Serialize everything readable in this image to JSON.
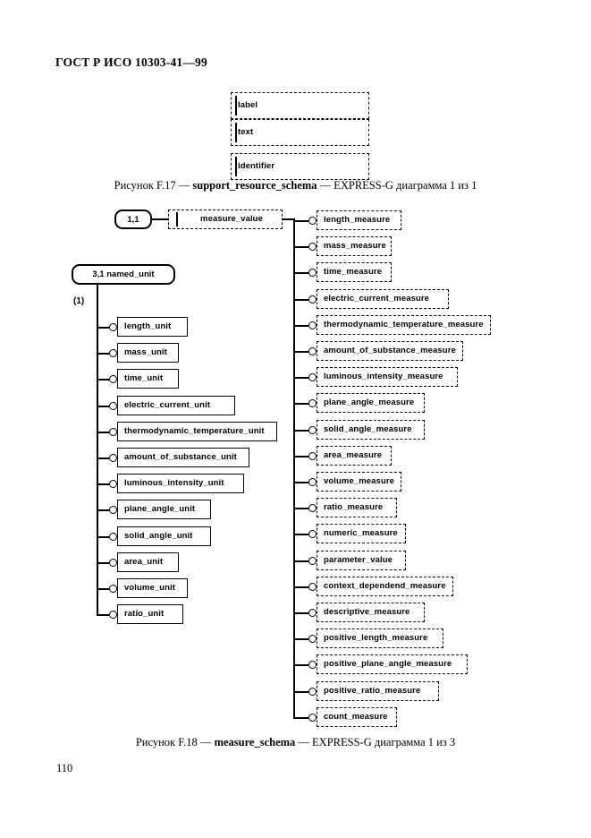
{
  "document": {
    "header": "ГОСТ Р ИСО 10303-41—99",
    "page_number": "110"
  },
  "figures": [
    {
      "id": "F.17",
      "caption_prefix": "Рисунок F.17 — ",
      "caption_schema": "support_resource_schema",
      "caption_suffix": " — EXPRESS-G диаграмма 1 из 1",
      "boxes": [
        {
          "label": "label",
          "style": "dashed"
        },
        {
          "label": "text",
          "style": "dashed"
        },
        {
          "label": "identifier",
          "style": "dashed"
        }
      ]
    },
    {
      "id": "F.18",
      "caption_prefix": "Рисунок F.18 — ",
      "caption_schema": "measure_schema",
      "caption_suffix": " — EXPRESS-G диаграмма 1 из 3",
      "root_node": {
        "label": "1,1"
      },
      "root_entity": {
        "label": "measure_value",
        "style": "dashed"
      },
      "sub_node": {
        "label": "3,1 named_unit"
      },
      "sub_node_annotation": "(1)",
      "left_branch": [
        {
          "label": "length_unit",
          "style": "solid"
        },
        {
          "label": "mass_unit",
          "style": "solid"
        },
        {
          "label": "time_unit",
          "style": "solid"
        },
        {
          "label": "electric_current_unit",
          "style": "solid"
        },
        {
          "label": "thermodynamic_temperature_unit",
          "style": "solid"
        },
        {
          "label": "amount_of_substance_unit",
          "style": "solid"
        },
        {
          "label": "luminous_intensity_unit",
          "style": "solid"
        },
        {
          "label": "plane_angle_unit",
          "style": "solid"
        },
        {
          "label": "solid_angle_unit",
          "style": "solid"
        },
        {
          "label": "area_unit",
          "style": "solid"
        },
        {
          "label": "volume_unit",
          "style": "solid"
        },
        {
          "label": "ratio_unit",
          "style": "solid"
        }
      ],
      "right_branch": [
        {
          "label": "length_measure",
          "style": "dashed"
        },
        {
          "label": "mass_measure",
          "style": "dashed"
        },
        {
          "label": "time_measure",
          "style": "dashed"
        },
        {
          "label": "electric_current_measure",
          "style": "dashed"
        },
        {
          "label": "thermodynamic_temperature_measure",
          "style": "dashed"
        },
        {
          "label": "amount_of_substance_measure",
          "style": "dashed"
        },
        {
          "label": "luminous_intensity_measure",
          "style": "dashed"
        },
        {
          "label": "plane_angle_measure",
          "style": "dashed"
        },
        {
          "label": "solid_angle_measure",
          "style": "dashed"
        },
        {
          "label": "area_measure",
          "style": "dashed"
        },
        {
          "label": "volume_measure",
          "style": "dashed"
        },
        {
          "label": "ratio_measure",
          "style": "dashed"
        },
        {
          "label": "numeric_measure",
          "style": "dashed"
        },
        {
          "label": "parameter_value",
          "style": "dashed"
        },
        {
          "label": "context_dependend_measure",
          "style": "dashed"
        },
        {
          "label": "descriptive_measure",
          "style": "dashed"
        },
        {
          "label": "positive_length_measure",
          "style": "dashed"
        },
        {
          "label": "positive_plane_angle_measure",
          "style": "dashed"
        },
        {
          "label": "positive_ratio_measure",
          "style": "dashed"
        },
        {
          "label": "count_measure",
          "style": "dashed"
        }
      ]
    }
  ]
}
